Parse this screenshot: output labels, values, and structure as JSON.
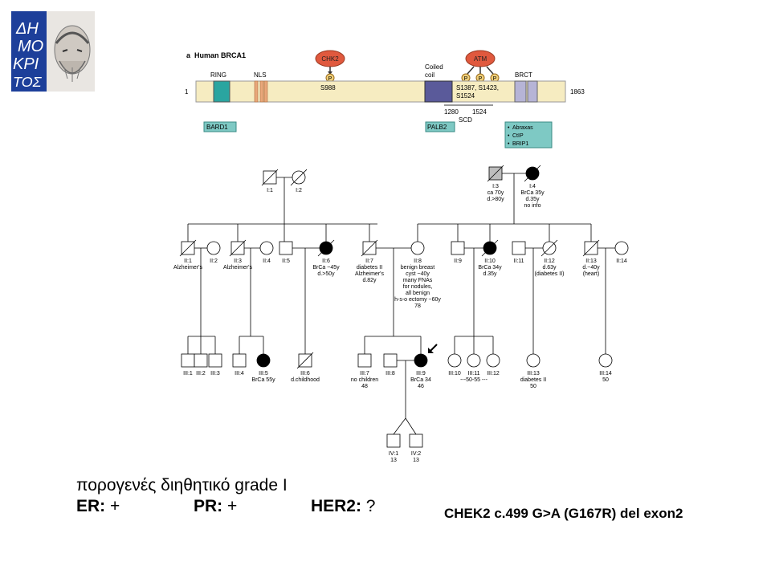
{
  "logo": {
    "text": "ΔΗΜΟΚΡΙΤΟΣ",
    "letters": [
      "ΔΗ",
      "ΜΟ",
      "ΚΡΙ",
      "ΤΟΣ"
    ]
  },
  "brca1": {
    "title_prefix": "a",
    "title": "Human BRCA1",
    "start": "1",
    "end": "1863",
    "domains": {
      "ring": "RING",
      "nls": "NLS",
      "coiled": "Coiled",
      "coil": "coil",
      "brct": "BRCT"
    },
    "kinases": {
      "chk2": "CHK2",
      "atm": "ATM"
    },
    "phospho": "P",
    "chk2_site": "S988",
    "atm_sites_line1": "S1387, S1423,",
    "atm_sites_line2": "S1524",
    "scd_start": "1280",
    "scd_end": "1524",
    "scd": "SCD",
    "partners": {
      "bard1": "BARD1",
      "palb2": "PALB2",
      "brct_partners": [
        "Abraxas",
        "CtIP",
        "BRIP1"
      ]
    }
  },
  "pedigree": {
    "gen1": [
      {
        "id": "I:1"
      },
      {
        "id": "I:2"
      },
      {
        "id": "I:3",
        "notes": [
          "ca 70y",
          "d.>80y"
        ]
      },
      {
        "id": "I:4",
        "notes": [
          "BrCa 35y",
          "d.35y",
          "no info"
        ]
      }
    ],
    "gen2": [
      {
        "id": "II:1",
        "notes": [
          "Alzheimer's"
        ]
      },
      {
        "id": "II:2"
      },
      {
        "id": "II:3",
        "notes": [
          "Alzheimer's"
        ]
      },
      {
        "id": "II:4"
      },
      {
        "id": "II:5"
      },
      {
        "id": "II:6",
        "notes": [
          "BrCa ~45y",
          "d.>50y"
        ]
      },
      {
        "id": "II:7",
        "notes": [
          "diabetes II",
          "Alzheimer's",
          "d.82y"
        ]
      },
      {
        "id": "II:8",
        "notes": [
          "benign breast",
          "cyst ~40y",
          "many FNAs",
          "for nodules,",
          "all benign",
          "h-s-o ectomy ~60y",
          "78"
        ]
      },
      {
        "id": "II:9"
      },
      {
        "id": "II:10",
        "notes": [
          "BrCa 34y",
          "d.35y"
        ]
      },
      {
        "id": "II:11"
      },
      {
        "id": "II:12",
        "notes": [
          "d.63y",
          "(diabetes II)"
        ]
      },
      {
        "id": "II:13",
        "notes": [
          "d.~40y",
          "(heart)"
        ]
      },
      {
        "id": "II:14"
      }
    ],
    "gen3": [
      {
        "id": "III:1"
      },
      {
        "id": "III:2"
      },
      {
        "id": "III:3"
      },
      {
        "id": "III:4"
      },
      {
        "id": "III:5",
        "notes": [
          "BrCa 55y"
        ]
      },
      {
        "id": "III:6",
        "notes": [
          "d.childhood"
        ]
      },
      {
        "id": "III:7",
        "notes": [
          "no children",
          "48"
        ]
      },
      {
        "id": "III:8"
      },
      {
        "id": "III:9",
        "notes": [
          "BrCa 34",
          "46"
        ]
      },
      {
        "id": "III:10"
      },
      {
        "id": "III:11"
      },
      {
        "id": "III:12"
      },
      {
        "id": "III:13",
        "notes": [
          "diabetes II",
          "50"
        ]
      },
      {
        "id": "III:14",
        "notes": [
          "50"
        ]
      }
    ],
    "sibs_note": "---50-55 ---",
    "gen4": [
      {
        "id": "IV:1",
        "notes": [
          "13"
        ]
      },
      {
        "id": "IV:2",
        "notes": [
          "13"
        ]
      }
    ]
  },
  "pathology": {
    "diagnosis": "πορογενές διηθητικό grade I",
    "er_label": "ER:",
    "er_value": "+",
    "pr_label": "PR:",
    "pr_value": "+",
    "her2_label": "HER2:",
    "her2_value": "?"
  },
  "mutation": "CHEK2 c.499 G>A (G167R) del exon2",
  "colors": {
    "logo_blue": "#1d3f9a",
    "bar": "#f6ecc1",
    "ring": "#2aa5a0",
    "coiled": "#5a5a9a",
    "kinase": "#e0593e",
    "phospho": "#f0d07a",
    "partner": "#7ec9c4",
    "nls": "#e8a77a",
    "brct": "#b6b4d6",
    "grey": "#bdbdbd"
  }
}
